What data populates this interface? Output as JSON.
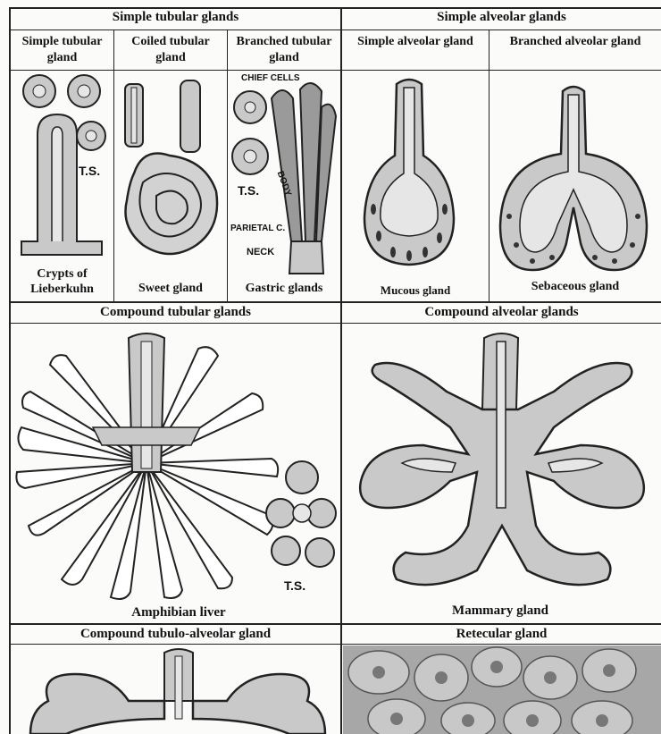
{
  "sections": {
    "simple_tubular": {
      "title": "Simple tubular glands",
      "columns": [
        {
          "heading": "Simple tubular gland",
          "caption": "Crypts of Lieberkuhn",
          "label_ts": "T.S."
        },
        {
          "heading": "Coiled tubular gland",
          "caption": "Sweet gland"
        },
        {
          "heading": "Branched tubular gland",
          "caption": "Gastric glands",
          "labels": {
            "chief": "CHIEF CELLS",
            "ts": "T.S.",
            "body": "BODY",
            "parietal": "PARIETAL C.",
            "neck": "NECK"
          }
        }
      ]
    },
    "simple_alveolar": {
      "title": "Simple alveolar glands",
      "columns": [
        {
          "heading": "Simple alveolar gland",
          "caption": "Mucous gland"
        },
        {
          "heading": "Branched alveolar gland",
          "caption": "Sebaceous gland"
        }
      ]
    },
    "compound_tubular": {
      "title": "Compound tubular glands",
      "caption": "Amphibian liver",
      "label_ts": "T.S."
    },
    "compound_alveolar": {
      "title": "Compound alveolar glands",
      "caption": "Mammary gland"
    },
    "compound_tubulo_alveolar": {
      "title": "Compound tubulo-alveolar gland"
    },
    "retecular": {
      "title": "Retecular gland"
    }
  },
  "colors": {
    "ink": "#222222",
    "tissue": "#c9c9c9",
    "lumen": "#e6e6e6",
    "nucleus": "#333333",
    "photo": "#a7a7a7"
  }
}
